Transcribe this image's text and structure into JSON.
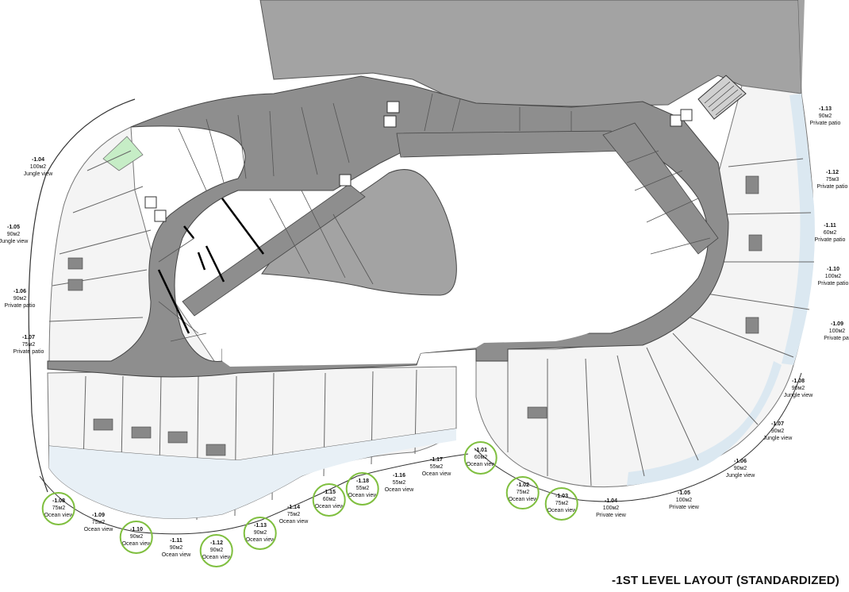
{
  "title": "-1ST LEVEL LAYOUT (STANDARDIZED)",
  "colors": {
    "core": "#8e8e8e",
    "room": "#a3a3a3",
    "patio": "#e3edf4",
    "green": "#c6edc6",
    "highlight": "#7fbf3f"
  },
  "units": [
    {
      "code": "-1.04",
      "area": "100м2",
      "view": "Jungle view"
    },
    {
      "code": "-1.05",
      "area": "90м2",
      "view": "Jungle view"
    },
    {
      "code": "-1.06",
      "area": "90м2",
      "view": "Private patio"
    },
    {
      "code": "-1.07",
      "area": "75м2",
      "view": "Private patio"
    },
    {
      "code": "-1.08",
      "area": "75м2",
      "view": "Ocean view"
    },
    {
      "code": "-1.09",
      "area": "75м2",
      "view": "Ocean view"
    },
    {
      "code": "-1.10",
      "area": "90м2",
      "view": "Ocean view"
    },
    {
      "code": "-1.11",
      "area": "90м2",
      "view": "Ocean view"
    },
    {
      "code": "-1.12",
      "area": "90м2",
      "view": "Ocean view"
    },
    {
      "code": "-1.13",
      "area": "90м2",
      "view": "Ocean view"
    },
    {
      "code": "-1.14",
      "area": "75м2",
      "view": "Ocean view"
    },
    {
      "code": "-1.15",
      "area": "60м2",
      "view": "Ocean view"
    },
    {
      "code": "-1.18",
      "area": "55м2",
      "view": "Ocean view"
    },
    {
      "code": "-1.16",
      "area": "55м2",
      "view": "Ocean view"
    },
    {
      "code": "-1.17",
      "area": "55м2",
      "view": "Ocean view"
    },
    {
      "code": "-1.01",
      "area": "60м2",
      "view": "Ocean view"
    },
    {
      "code": "-1.02",
      "area": "75м2",
      "view": "Ocean view"
    },
    {
      "code": "-1.03",
      "area": "75м2",
      "view": "Ocean view"
    },
    {
      "code": "-1.04",
      "area": "100м2",
      "view": "Private view"
    },
    {
      "code": "-1.05",
      "area": "100м2",
      "view": "Private view"
    },
    {
      "code": "-1.06",
      "area": "90м2",
      "view": "Jungle view"
    },
    {
      "code": "-1.07",
      "area": "90м2",
      "view": "Jungle view"
    },
    {
      "code": "-1.08",
      "area": "90м2",
      "view": "Jungle view"
    },
    {
      "code": "-1.09",
      "area": "100м2",
      "view": "Private pat"
    },
    {
      "code": "-1.10",
      "area": "100м2",
      "view": "Private patio"
    },
    {
      "code": "-1.11",
      "area": "60м2",
      "view": "Private patio"
    },
    {
      "code": "-1.12",
      "area": "75м3",
      "view": "Private patio"
    },
    {
      "code": "-1.13",
      "area": "90м2",
      "view": "Private patio"
    }
  ]
}
